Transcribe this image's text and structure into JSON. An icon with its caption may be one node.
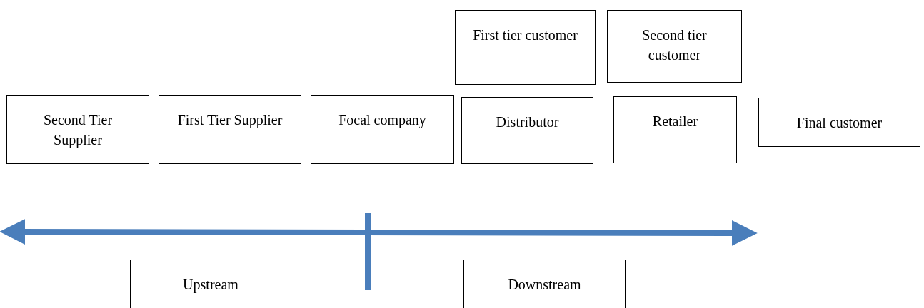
{
  "diagram": {
    "nodes": [
      {
        "text": [
          "Second Tier Supplier"
        ]
      },
      {
        "text": [
          "First Tier Supplier"
        ]
      },
      {
        "text": [
          "Focal company"
        ]
      },
      {
        "text": [
          "First tier customer"
        ]
      },
      {
        "text": [
          "Distributor"
        ]
      },
      {
        "text": [
          "Second tier customer"
        ]
      },
      {
        "text": [
          "Retailer"
        ]
      },
      {
        "text": [
          "Final customer"
        ]
      },
      {
        "text": [
          "Upstream"
        ]
      },
      {
        "text": [
          "Downstream"
        ]
      }
    ]
  }
}
